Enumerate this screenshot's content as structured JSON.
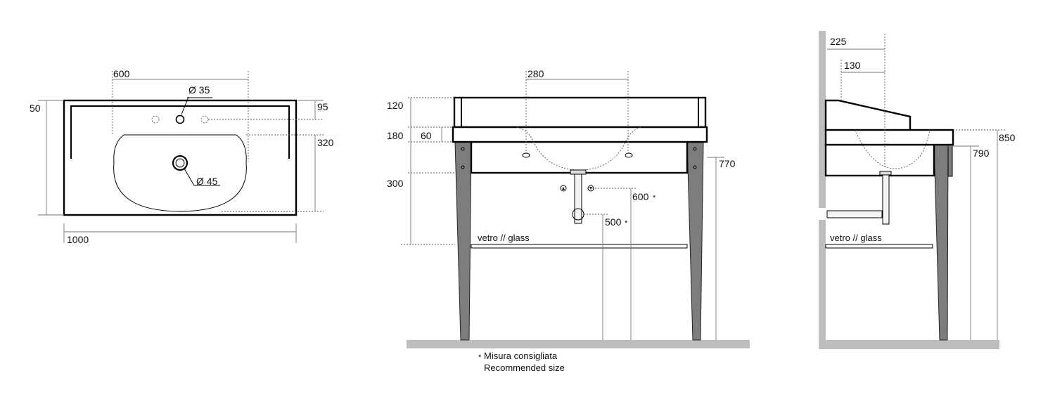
{
  "top_view": {
    "dim_600": "600",
    "dim_50": "50",
    "dim_35": "Ø 35",
    "dim_95": "95",
    "dim_320": "320",
    "dim_45": "Ø 45",
    "dim_1000": "1000"
  },
  "front_view": {
    "dim_280": "280",
    "dim_120": "120",
    "dim_180": "180",
    "dim_60": "60",
    "dim_300": "300",
    "dim_770": "770",
    "dim_600s": "600",
    "dim_500s": "500",
    "asterisk": "*",
    "glass_label": "vetro // glass",
    "note_it": "Misura consigliata",
    "note_en": "Recommended size"
  },
  "side_view": {
    "dim_225": "225",
    "dim_130": "130",
    "dim_790": "790",
    "dim_850": "850",
    "glass_label": "vetro // glass"
  }
}
